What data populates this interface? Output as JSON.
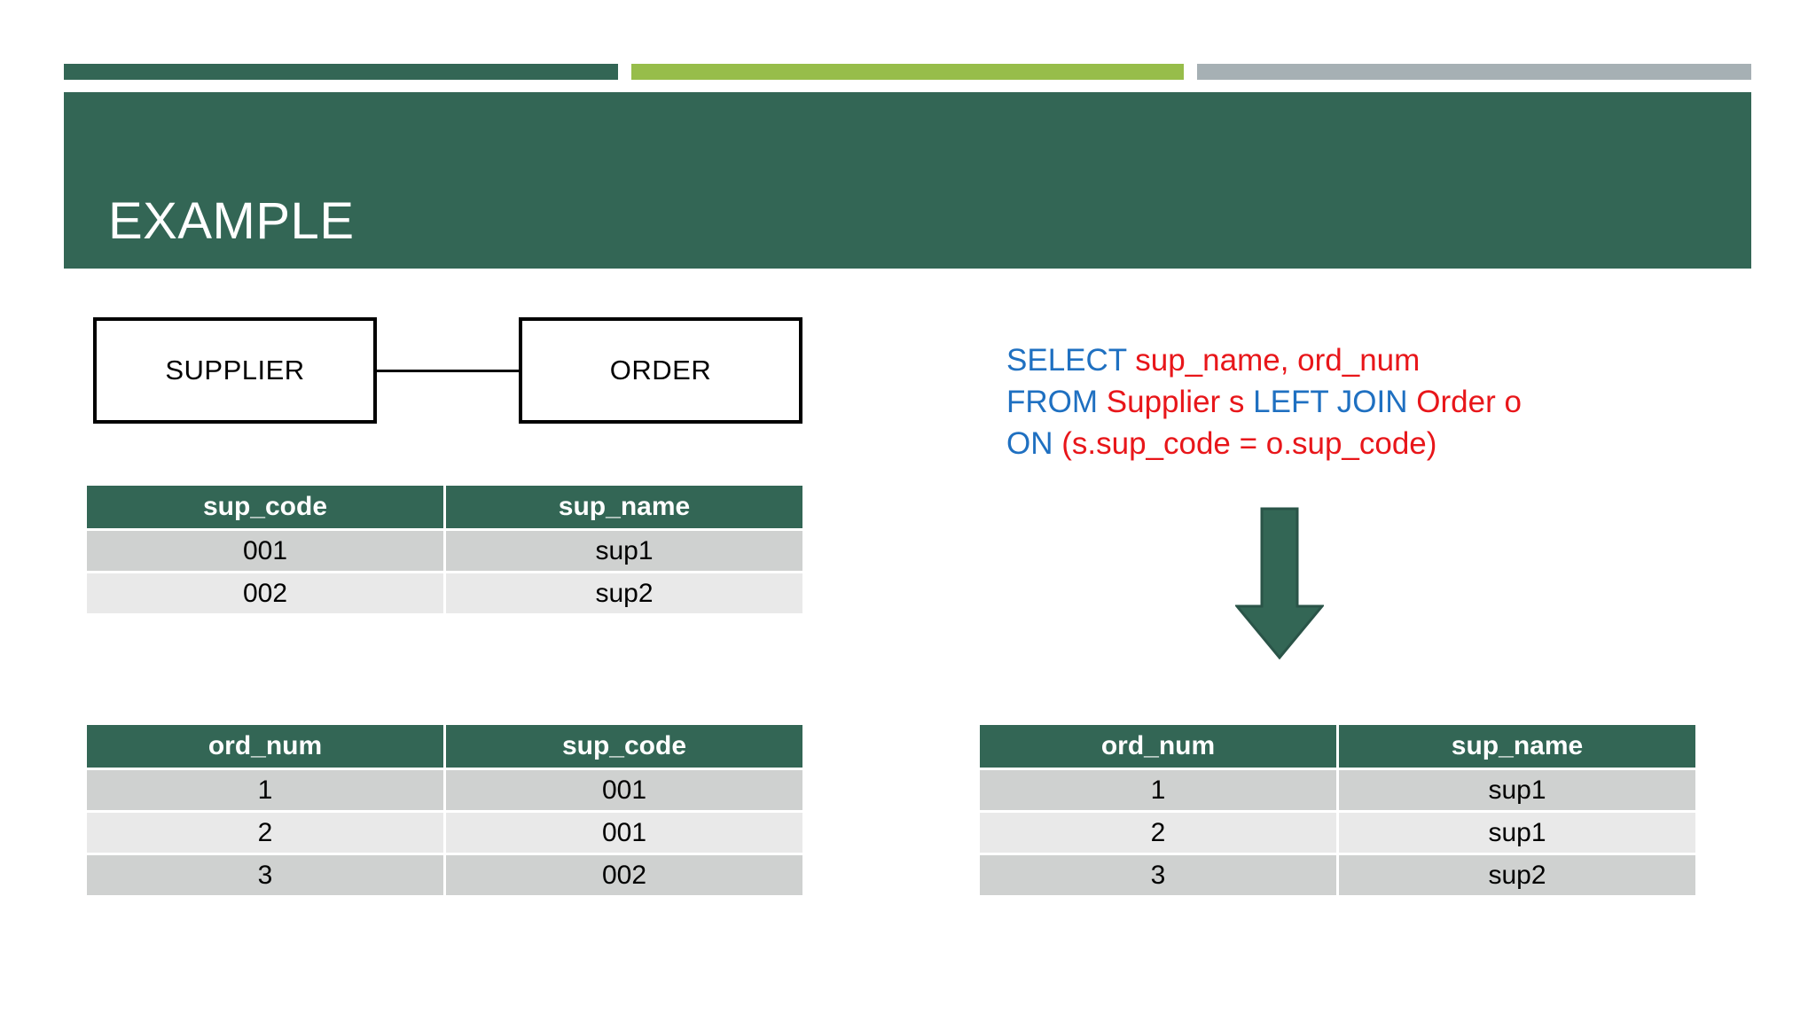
{
  "slide": {
    "title": "EXAMPLE",
    "accent_colors": {
      "dark_green": "#336655",
      "light_green": "#97bd4a",
      "gray": "#a6b0b4"
    },
    "banner_color": "#336655",
    "title_color": "#ffffff"
  },
  "diagram": {
    "entities": [
      {
        "name": "SUPPLIER"
      },
      {
        "name": "ORDER"
      }
    ],
    "connector": "line"
  },
  "sql": {
    "line1": {
      "keyword": "SELECT",
      "rest": " sup_name, ord_num"
    },
    "line2": {
      "kw1": "FROM",
      "id1": " Supplier s ",
      "kw2": "LEFT JOIN",
      "id2": " Order o"
    },
    "line3": {
      "keyword": "ON",
      "rest": " (s.sup_code = o.sup_code)"
    },
    "keyword_color": "#1f70c1",
    "identifier_color": "#e8161a"
  },
  "arrow": {
    "direction": "down",
    "color": "#336655"
  },
  "tables": {
    "supplier": {
      "headers": [
        "sup_code",
        "sup_name"
      ],
      "rows": [
        [
          "001",
          "sup1"
        ],
        [
          "002",
          "sup2"
        ]
      ]
    },
    "order": {
      "headers": [
        "ord_num",
        "sup_code"
      ],
      "rows": [
        [
          "1",
          "001"
        ],
        [
          "2",
          "001"
        ],
        [
          "3",
          "002"
        ]
      ]
    },
    "result": {
      "headers": [
        "ord_num",
        "sup_name"
      ],
      "rows": [
        [
          "1",
          "sup1"
        ],
        [
          "2",
          "sup1"
        ],
        [
          "3",
          "sup2"
        ]
      ]
    },
    "header_bg": "#336655",
    "row_colors": [
      "#cfd1d0",
      "#e9e9e9"
    ]
  }
}
